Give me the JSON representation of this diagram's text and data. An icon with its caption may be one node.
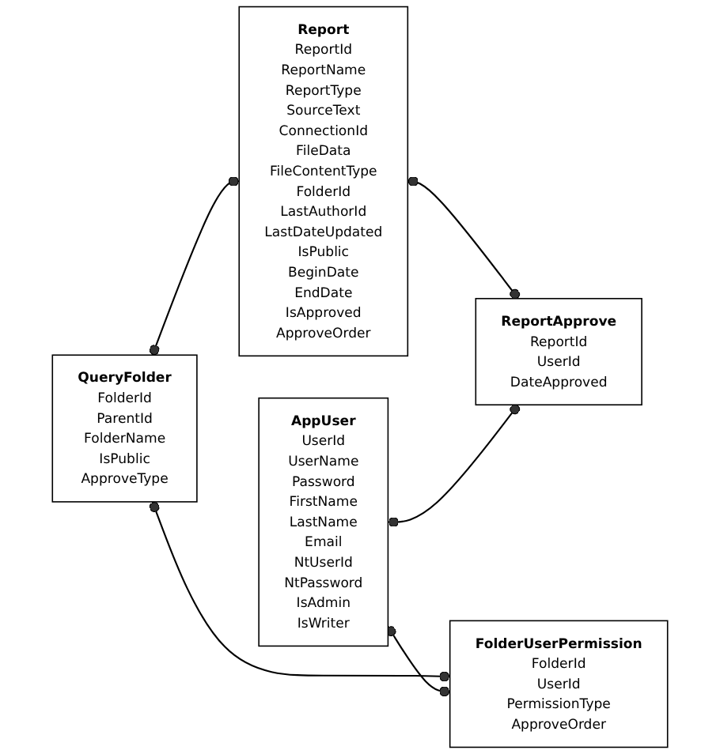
{
  "diagram": {
    "nodes": [
      {
        "text": [
          "Report",
          "ReportId",
          "ReportName",
          "ReportType",
          "SourceText",
          "ConnectionId",
          "FileData",
          "FileContentType",
          "FolderId",
          "LastAuthorId",
          "LastDateUpdated",
          "IsPublic",
          "BeginDate",
          "EndDate",
          "IsApproved",
          "ApproveOrder"
        ]
      },
      {
        "text": [
          "QueryFolder",
          "FolderId",
          "ParentId",
          "FolderName",
          "IsPublic",
          "ApproveType"
        ]
      },
      {
        "text": [
          "FolderUserPermission",
          "FolderId",
          "UserId",
          "PermissionType",
          "ApproveOrder"
        ]
      },
      {
        "text": [
          "AppUser",
          "UserId",
          "UserName",
          "Password",
          "FirstName",
          "LastName",
          "Email",
          "NtUserId",
          "NtPassword",
          "IsAdmin",
          "IsWriter"
        ]
      },
      {
        "text": [
          "ReportApprove",
          "ReportId",
          "UserId",
          "DateApproved"
        ]
      }
    ],
    "edges": [
      {
        "from": 0,
        "to": 4,
        "arrow": "other"
      },
      {
        "from": 1,
        "to": 0,
        "arrow": "other"
      },
      {
        "from": 1,
        "to": 2,
        "arrow": "other"
      },
      {
        "from": 3,
        "to": 2,
        "arrow": "other"
      },
      {
        "from": 3,
        "to": 4,
        "arrow": "other"
      }
    ]
  }
}
